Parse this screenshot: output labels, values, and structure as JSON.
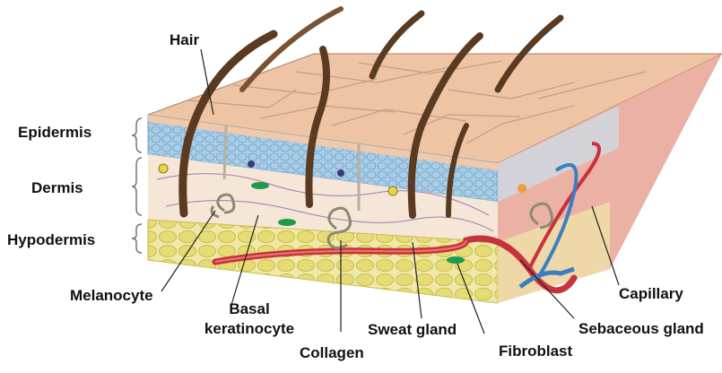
{
  "labels": {
    "hair": "Hair",
    "epidermis": "Epidermis",
    "dermis": "Dermis",
    "hypodermis": "Hypodermis",
    "melanocyte": "Melanocyte",
    "basal_line1": "Basal",
    "basal_line2": "keratinocyte",
    "collagen": "Collagen",
    "sweat_gland": "Sweat gland",
    "fibroblast": "Fibroblast",
    "capillary": "Capillary",
    "sebaceous_gland": "Sebaceous gland"
  },
  "colors": {
    "surface": "#efc7a7",
    "epidermis": "#a8cde6",
    "dermis": "#f4e4d6",
    "hypodermis": "#e9e29a",
    "fat_cells": "#e4da74",
    "hair": "#5a3a20",
    "artery": "#c8323a",
    "vein": "#3a7fc4",
    "fibroblast": "#1f9a4a",
    "side_face": "#e8a898"
  }
}
